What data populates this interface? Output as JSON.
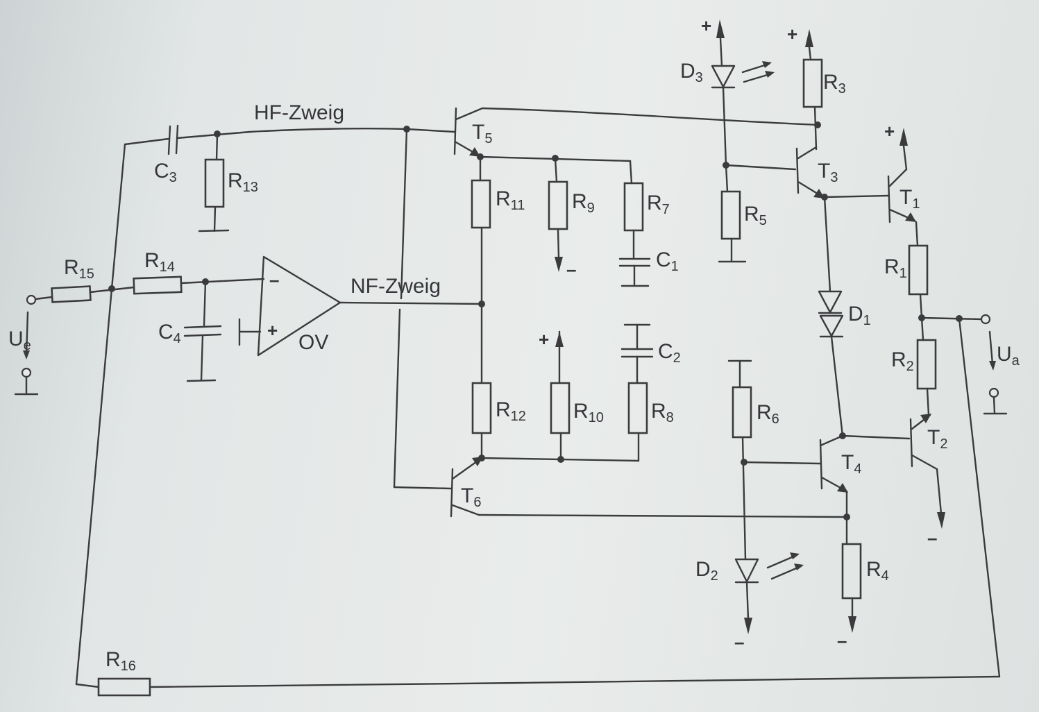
{
  "branches": {
    "hf": "HF-Zweig",
    "nf": "NF-Zweig"
  },
  "components": {
    "c3": {
      "letter": "C",
      "index": "3"
    },
    "r13": {
      "letter": "R",
      "index": "13"
    },
    "r15": {
      "letter": "R",
      "index": "15"
    },
    "r14": {
      "letter": "R",
      "index": "14"
    },
    "c4": {
      "letter": "C",
      "index": "4"
    },
    "opamp": "OV",
    "t5": {
      "letter": "T",
      "index": "5"
    },
    "r11": {
      "letter": "R",
      "index": "11"
    },
    "r9": {
      "letter": "R",
      "index": "9"
    },
    "r7": {
      "letter": "R",
      "index": "7"
    },
    "c1": {
      "letter": "C",
      "index": "1"
    },
    "c2": {
      "letter": "C",
      "index": "2"
    },
    "r12": {
      "letter": "R",
      "index": "12"
    },
    "r10": {
      "letter": "R",
      "index": "10"
    },
    "r8": {
      "letter": "R",
      "index": "8"
    },
    "t6": {
      "letter": "T",
      "index": "6"
    },
    "d3": {
      "letter": "D",
      "index": "3"
    },
    "r3": {
      "letter": "R",
      "index": "3"
    },
    "t3": {
      "letter": "T",
      "index": "3"
    },
    "r5": {
      "letter": "R",
      "index": "5"
    },
    "t1": {
      "letter": "T",
      "index": "1"
    },
    "r1": {
      "letter": "R",
      "index": "1"
    },
    "d1": {
      "letter": "D",
      "index": "1"
    },
    "r2": {
      "letter": "R",
      "index": "2"
    },
    "t2": {
      "letter": "T",
      "index": "2"
    },
    "r6": {
      "letter": "R",
      "index": "6"
    },
    "t4": {
      "letter": "T",
      "index": "4"
    },
    "d2": {
      "letter": "D",
      "index": "2"
    },
    "r4": {
      "letter": "R",
      "index": "4"
    },
    "r16": {
      "letter": "R",
      "index": "16"
    }
  },
  "ports": {
    "input": {
      "letter": "U",
      "index": "e"
    },
    "output": {
      "letter": "U",
      "index": "a"
    }
  },
  "supply": {
    "plus": "+",
    "minus": "–"
  },
  "opamp_inputs": {
    "inverting": "–",
    "non_inverting": "+"
  },
  "colors": {
    "paper": "#e6e9e8",
    "ink": "#3b3b3e"
  }
}
